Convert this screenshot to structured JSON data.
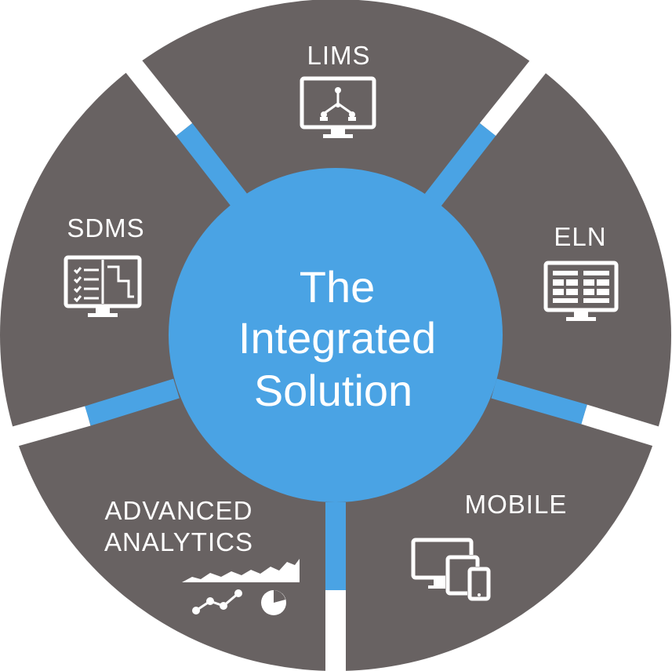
{
  "center": {
    "lines": [
      "The",
      "Integrated",
      "Solution"
    ]
  },
  "segments": [
    {
      "label_lines": [
        "LIMS"
      ],
      "icon": "monitor-network-icon"
    },
    {
      "label_lines": [
        "ELN"
      ],
      "icon": "monitor-layout-icon"
    },
    {
      "label_lines": [
        "MOBILE"
      ],
      "icon": "devices-icon"
    },
    {
      "label_lines": [
        "ADVANCED",
        "ANALYTICS"
      ],
      "icon": "analytics-icon"
    },
    {
      "label_lines": [
        "SDMS"
      ],
      "icon": "monitor-checklist-icon"
    }
  ],
  "colors": {
    "segment": "#686262",
    "accent": "#4aa3e4",
    "gap": "#ffffff"
  }
}
